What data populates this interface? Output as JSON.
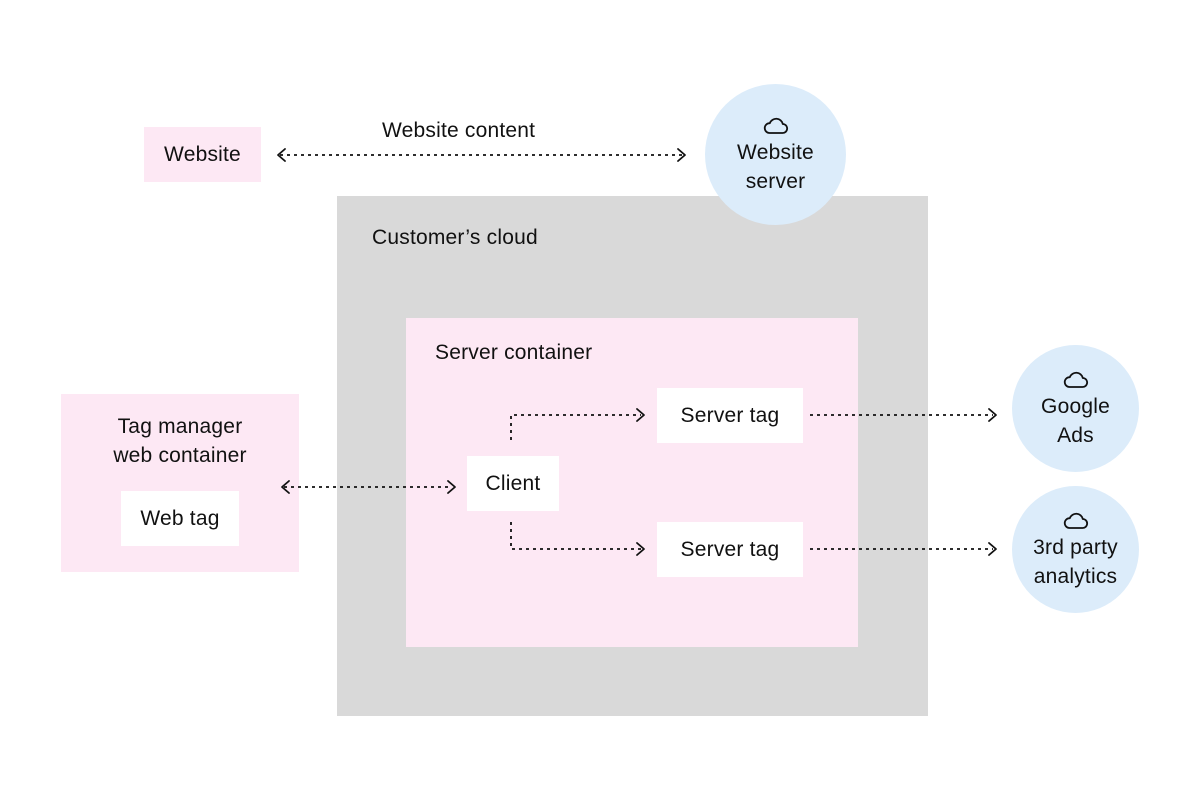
{
  "website": {
    "label": "Website"
  },
  "website_content": {
    "label": "Website content"
  },
  "website_server": {
    "line1": "Website",
    "line2": "server",
    "icon": "cloud-icon"
  },
  "customers_cloud": {
    "label": "Customer’s cloud"
  },
  "server_container": {
    "label": "Server container"
  },
  "tag_manager": {
    "line1": "Tag manager",
    "line2": "web container"
  },
  "web_tag": {
    "label": "Web tag"
  },
  "client": {
    "label": "Client"
  },
  "server_tag_top": {
    "label": "Server tag"
  },
  "server_tag_bottom": {
    "label": "Server tag"
  },
  "google_ads": {
    "line1": "Google",
    "line2": "Ads",
    "icon": "cloud-icon"
  },
  "analytics": {
    "line1": "3rd party",
    "line2": "analytics",
    "icon": "cloud-icon"
  },
  "colors": {
    "pink": "#fde8f4",
    "gray": "#d9d9d9",
    "blue": "#dcecfa",
    "line": "#111111"
  }
}
